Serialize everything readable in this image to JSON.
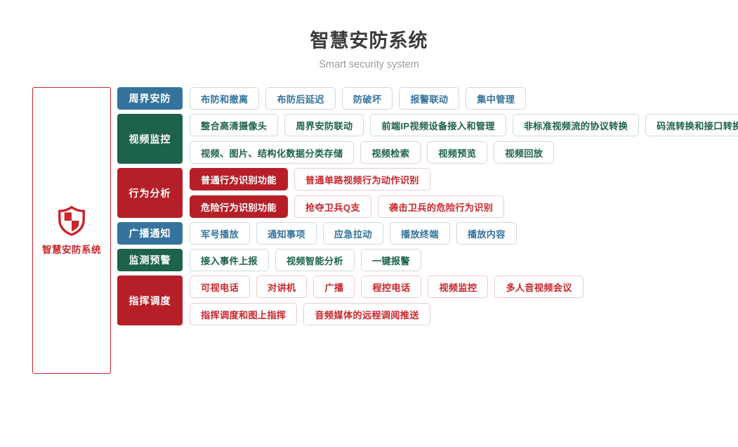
{
  "header": {
    "title": "智慧安防系统",
    "subtitle": "Smart security system"
  },
  "brand": {
    "icon": "shield-icon",
    "label": "智慧安防系统",
    "accent_color": "#c9262c"
  },
  "colors": {
    "blue": "#35739c",
    "green": "#1d624a",
    "red": "#b61f27",
    "brand_red": "#c9262c",
    "title": "#3a3a3a",
    "subtitle": "#9a9a9a"
  },
  "groups": [
    {
      "category": "周界安防",
      "color": "blue",
      "lines": [
        [
          {
            "label": "布防和撤离",
            "filled": false
          },
          {
            "label": "布防后延迟",
            "filled": false
          },
          {
            "label": "防破坏",
            "filled": false
          },
          {
            "label": "报警联动",
            "filled": false
          },
          {
            "label": "集中管理",
            "filled": false
          }
        ]
      ]
    },
    {
      "category": "视频监控",
      "color": "green",
      "lines": [
        [
          {
            "label": "整合高清摄像头",
            "filled": false
          },
          {
            "label": "周界安防联动",
            "filled": false
          },
          {
            "label": "前端IP视频设备接入和管理",
            "filled": false
          },
          {
            "label": "非标准视频流的协议转换",
            "filled": false
          },
          {
            "label": "码流转换和接口转换",
            "filled": false
          }
        ],
        [
          {
            "label": "视频、图片、结构化数据分类存储",
            "filled": false
          },
          {
            "label": "视频检索",
            "filled": false
          },
          {
            "label": "视频预览",
            "filled": false
          },
          {
            "label": "视频回放",
            "filled": false
          }
        ]
      ]
    },
    {
      "category": "行为分析",
      "color": "red",
      "lines": [
        [
          {
            "label": "普通行为识别功能",
            "filled": true
          },
          {
            "label": "普通单路视频行为动作识别",
            "filled": false
          }
        ],
        [
          {
            "label": "危险行为识别功能",
            "filled": true
          },
          {
            "label": "抢夺卫兵Q支",
            "filled": false
          },
          {
            "label": "袭击卫兵的危险行为识别",
            "filled": false
          }
        ]
      ]
    },
    {
      "category": "广播通知",
      "color": "blue",
      "lines": [
        [
          {
            "label": "军号播放",
            "filled": false
          },
          {
            "label": "通知事项",
            "filled": false
          },
          {
            "label": "应急拉动",
            "filled": false
          },
          {
            "label": "播放终端",
            "filled": false
          },
          {
            "label": "播放内容",
            "filled": false
          }
        ]
      ]
    },
    {
      "category": "监测预警",
      "color": "green",
      "lines": [
        [
          {
            "label": "接入事件上报",
            "filled": false
          },
          {
            "label": "视频智能分析",
            "filled": false
          },
          {
            "label": "一键报警",
            "filled": false
          }
        ]
      ]
    },
    {
      "category": "指挥调度",
      "color": "red",
      "lines": [
        [
          {
            "label": "可视电话",
            "filled": false
          },
          {
            "label": "对讲机",
            "filled": false
          },
          {
            "label": "广播",
            "filled": false
          },
          {
            "label": "程控电话",
            "filled": false
          },
          {
            "label": "视频监控",
            "filled": false
          },
          {
            "label": "多人音视频会议",
            "filled": false
          }
        ],
        [
          {
            "label": "指挥调度和图上指挥",
            "filled": false
          },
          {
            "label": "音频媒体的远程调阅推送",
            "filled": false
          }
        ]
      ]
    }
  ]
}
